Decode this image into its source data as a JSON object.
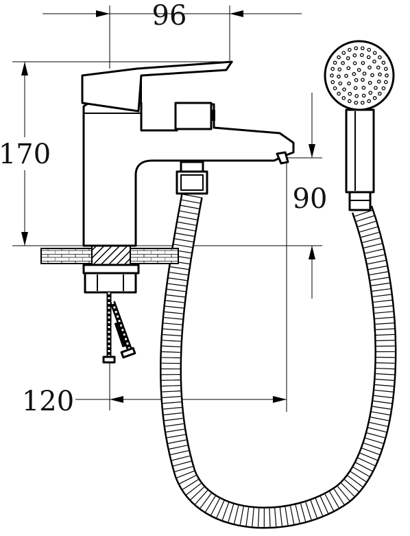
{
  "dimensions": {
    "spout_width": "96",
    "body_height": "170",
    "spout_height": "90",
    "projection": "120"
  },
  "colors": {
    "line": "#000000",
    "background": "#ffffff"
  }
}
